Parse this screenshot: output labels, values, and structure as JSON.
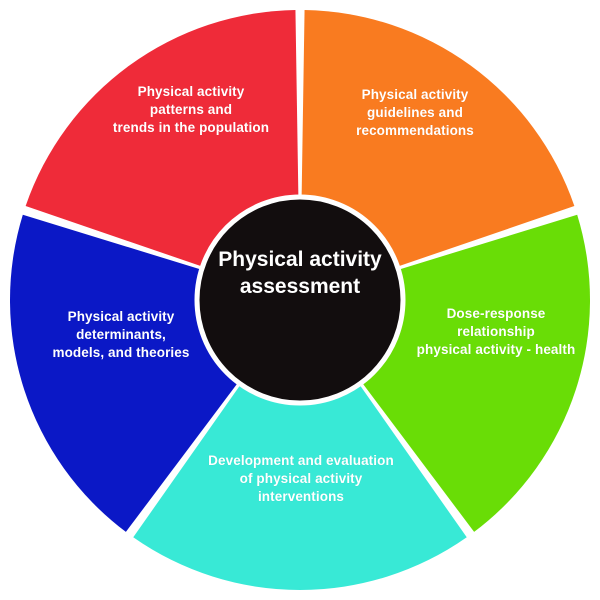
{
  "figure": {
    "center_label": "Physical activity\nassessment",
    "background_color": "#ffffff",
    "center_circle_color": "#120d0e",
    "divider_color": "#ffffff",
    "label_text_color": "#ffffff"
  },
  "chart_data": {
    "type": "pie",
    "title": "Physical activity assessment",
    "subtitle": "",
    "xlabel": "",
    "ylabel": "",
    "legend_position": "none",
    "grid": false,
    "center_hole": true,
    "center_label": "Physical activity assessment",
    "categories": [
      "Physical activity guidelines and recommendations",
      "Dose-response relationship physical activity - health",
      "Development and evaluation of physical activity interventions",
      "Physical activity determinants, models, and theories",
      "Physical activity patterns and trends in the population"
    ],
    "values": [
      20,
      20,
      20,
      20,
      20
    ],
    "colors": [
      "#f97b20",
      "#69dd06",
      "#38e9d6",
      "#0b18c6",
      "#ef2b39"
    ]
  },
  "segments": [
    {
      "id": "red",
      "name": "patterns-and-trends",
      "color": "#ef2b39",
      "label": "Physical activity\npatterns and\ntrends in the population",
      "start_angle": -72,
      "end_angle": 0,
      "value": 20
    },
    {
      "id": "orange",
      "name": "guidelines-and-recommendations",
      "color": "#f97b20",
      "label": "Physical activity\nguidelines and\nrecommendations",
      "start_angle": 0,
      "end_angle": 72,
      "value": 20
    },
    {
      "id": "green",
      "name": "dose-response-relationship",
      "color": "#69dd06",
      "label": "Dose-response\nrelationship\nphysical activity - health",
      "start_angle": 72,
      "end_angle": 144,
      "value": 20
    },
    {
      "id": "turquoise",
      "name": "development-and-evaluation",
      "color": "#38e9d6",
      "label": "Development and evaluation\nof physical activity\ninterventions",
      "start_angle": 144,
      "end_angle": 216,
      "value": 20
    },
    {
      "id": "blue",
      "name": "determinants-models-theories",
      "color": "#0b18c6",
      "label": "Physical activity\ndeterminants,\nmodels, and theories",
      "start_angle": 216,
      "end_angle": 288,
      "value": 20
    }
  ]
}
